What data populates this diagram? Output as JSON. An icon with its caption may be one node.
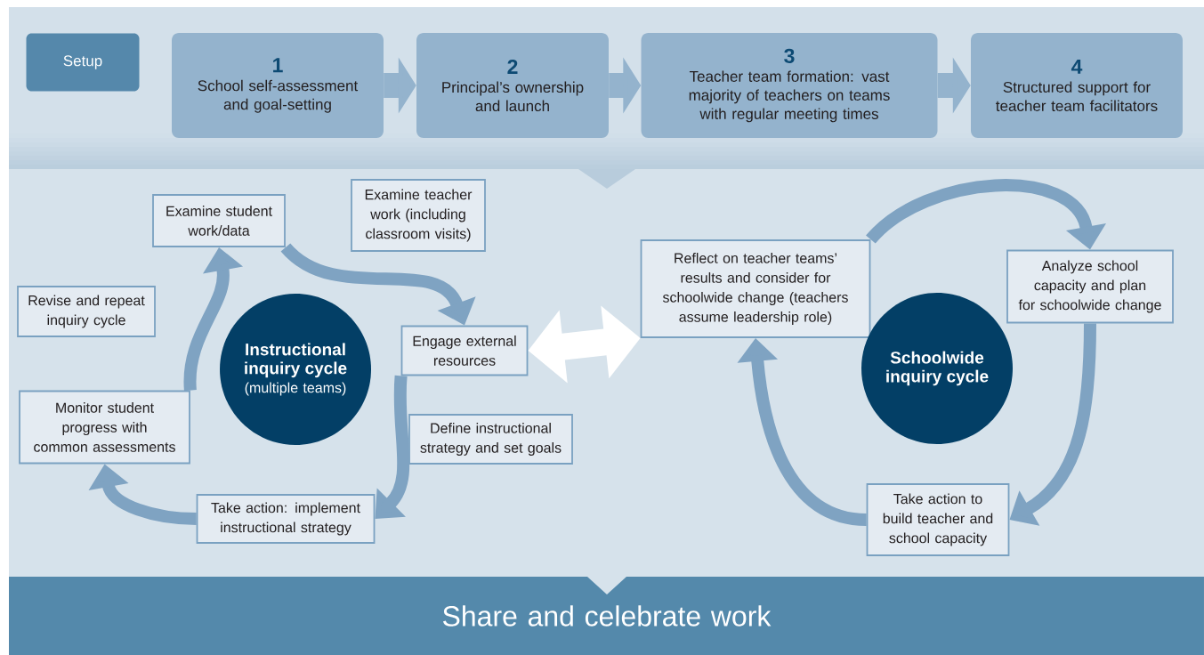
{
  "diagram": {
    "nodes": [
      {
        "text": [
          "Setup"
        ]
      },
      {
        "text": [
          "1",
          "School self-assessment and goal-setting"
        ]
      },
      {
        "text": [
          "2",
          "Principal’s ownership and launch"
        ]
      },
      {
        "text": [
          "3",
          "Teacher team formation: vast majority of teachers on teams with regular meeting times"
        ]
      },
      {
        "text": [
          "4",
          "Structured support for teacher team facilitators"
        ]
      },
      {
        "text": [
          "Examine student work/data"
        ]
      },
      {
        "text": [
          "Examine teacher work (including classroom visits)"
        ]
      },
      {
        "text": [
          "Engage external resources"
        ]
      },
      {
        "text": [
          "Define instructional strategy and set goals"
        ]
      },
      {
        "text": [
          "Take action: implement instructional strategy"
        ]
      },
      {
        "text": [
          "Monitor student progress with common assessments"
        ]
      },
      {
        "text": [
          "Revise and repeat inquiry cycle"
        ]
      },
      {
        "text": [
          "Instructional inquiry cycle",
          "(multiple teams)"
        ]
      },
      {
        "text": [
          "Reflect on teacher teams’ results and consider for schoolwide change (teachers assume leadership role)"
        ]
      },
      {
        "text": [
          "Analyze school capacity and plan for schoolwide change"
        ]
      },
      {
        "text": [
          "Take action to build teacher and school capacity"
        ]
      },
      {
        "text": [
          "Schoolwide inquiry cycle"
        ]
      },
      {
        "text": [
          "Share and celebrate work"
        ]
      }
    ],
    "edges": [
      {
        "from": 1,
        "to": 2,
        "arrow": "to",
        "style": "thick",
        "color": "#94b3cd"
      },
      {
        "from": 2,
        "to": 3,
        "arrow": "to",
        "style": "thick",
        "color": "#94b3cd"
      },
      {
        "from": 3,
        "to": 4,
        "arrow": "to",
        "style": "thick",
        "color": "#94b3cd"
      },
      {
        "from": 5,
        "to": 7,
        "arrow": "to"
      },
      {
        "from": 7,
        "to": 9,
        "arrow": "to"
      },
      {
        "from": 9,
        "to": 10,
        "arrow": "to"
      },
      {
        "from": 10,
        "to": 5,
        "arrow": "to"
      },
      {
        "from": 7,
        "to": 13,
        "arrow": "both",
        "style": "thick",
        "color": "#ffffff"
      },
      {
        "from": 13,
        "to": 14,
        "arrow": "to"
      },
      {
        "from": 14,
        "to": 15,
        "arrow": "to"
      },
      {
        "from": 15,
        "to": 13,
        "arrow": "to"
      }
    ]
  }
}
